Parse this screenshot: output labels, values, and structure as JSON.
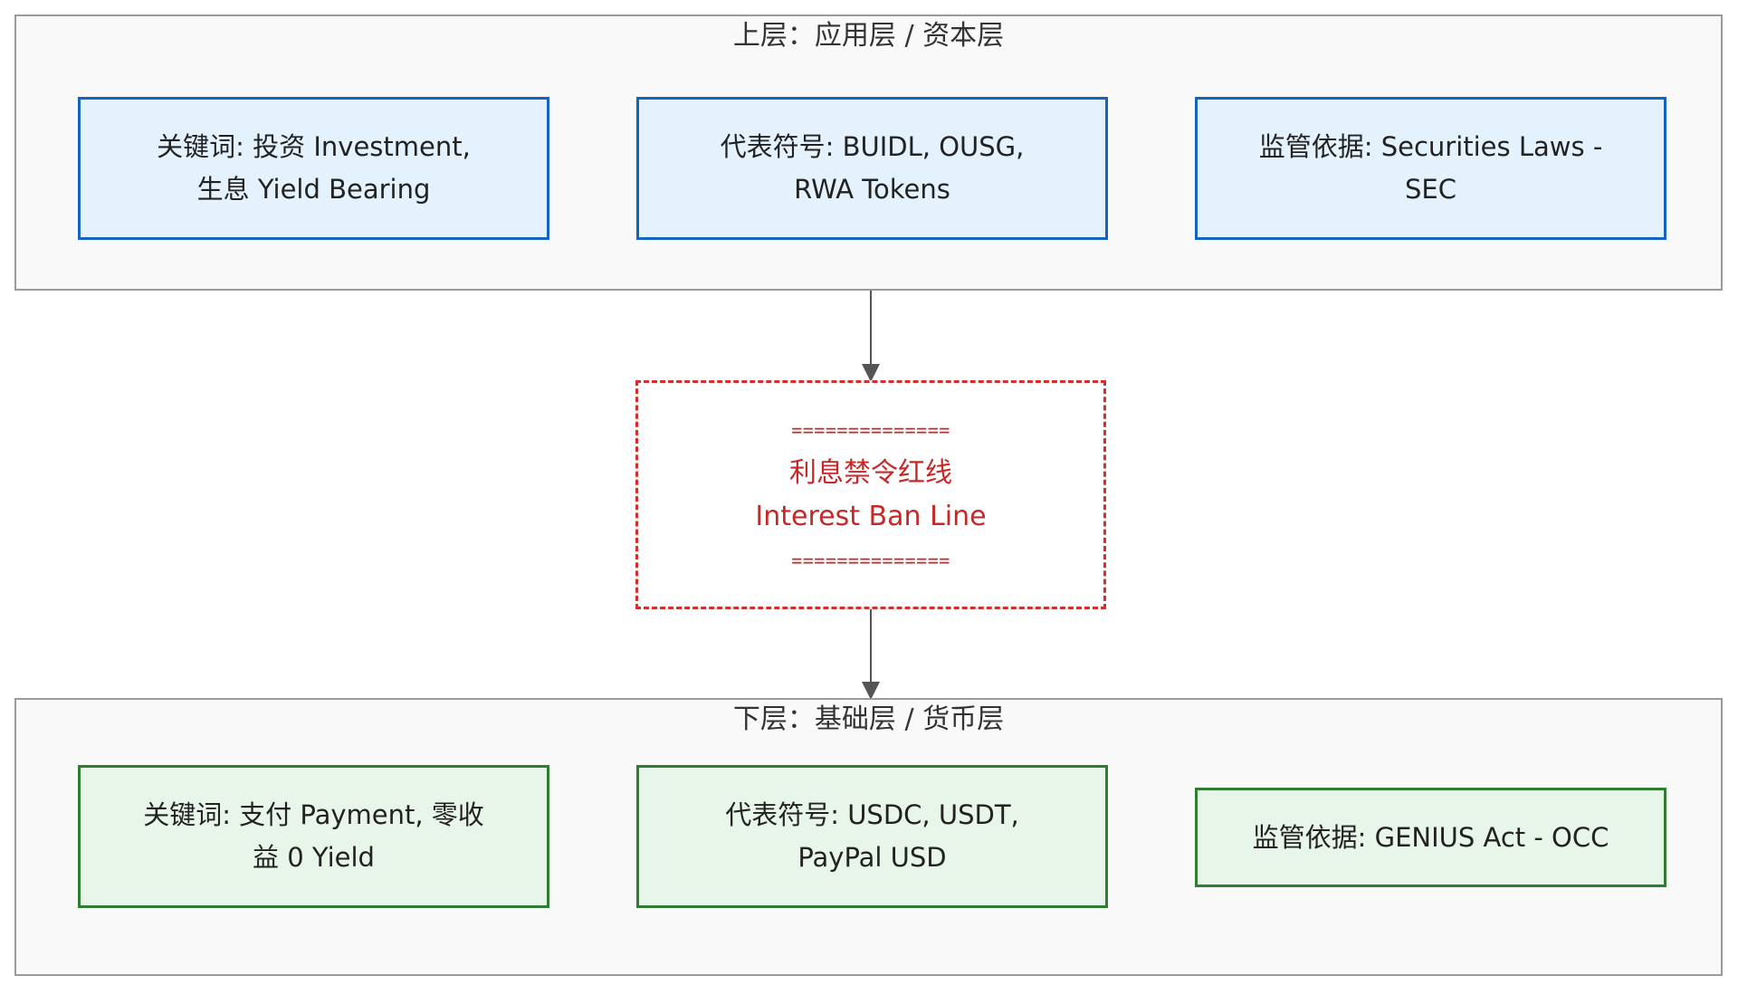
{
  "upper_layer": {
    "title": "上层：应用层 / 资本层",
    "nodes": [
      {
        "line1": "关键词: 投资 Investment,",
        "line2": "生息 Yield Bearing"
      },
      {
        "line1": "代表符号: BUIDL, OUSG,",
        "line2": "RWA Tokens"
      },
      {
        "line1": "监管依据: Securities Laws -",
        "line2": "SEC"
      }
    ]
  },
  "ban_line": {
    "sep_top": "==============",
    "title_cn": "利息禁令红线",
    "title_en": "Interest Ban Line",
    "sep_bottom": "=============="
  },
  "lower_layer": {
    "title": "下层：基础层 / 货币层",
    "nodes": [
      {
        "line1": "关键词: 支付 Payment, 零收",
        "line2": "益 0 Yield"
      },
      {
        "line1": "代表符号: USDC, USDT,",
        "line2": "PayPal USD"
      },
      {
        "line1": "监管依据: GENIUS Act - OCC"
      }
    ]
  },
  "colors": {
    "upper_fill": "#e3f2fd",
    "upper_border": "#1565c0",
    "lower_fill": "#e8f5e9",
    "lower_border": "#2e7d32",
    "ban_border": "#d32f2f",
    "ban_text": "#c62828",
    "arrow": "#555555"
  }
}
